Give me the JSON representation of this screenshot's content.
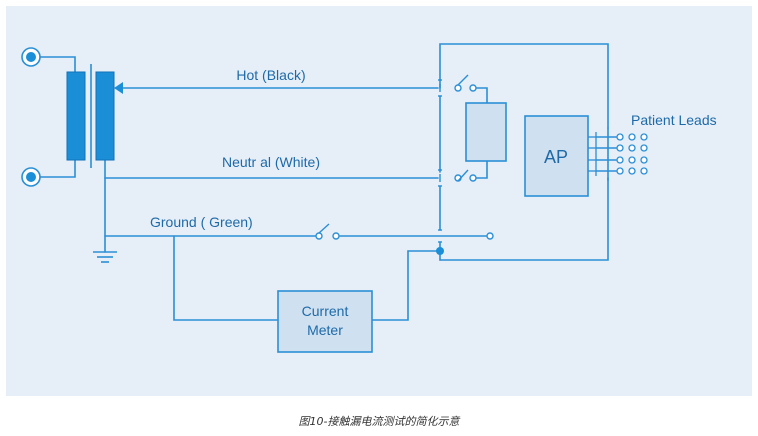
{
  "labels": {
    "hot": "Hot (Black)",
    "neutral": "Neutr al (White)",
    "ground": "Ground (  Green)",
    "patient_leads": "Patient Leads",
    "ap": "AP",
    "meter_line1": "Current",
    "meter_line2": "Meter"
  },
  "caption": "图10-接触漏电流测试的简化示意",
  "colors": {
    "background": "#e6eef8",
    "wire": "#2a8fd6",
    "text": "#1e6aa8",
    "box_fill": "#cfe0f0",
    "transformer": "#1a8fd8",
    "caption": "#333333"
  }
}
